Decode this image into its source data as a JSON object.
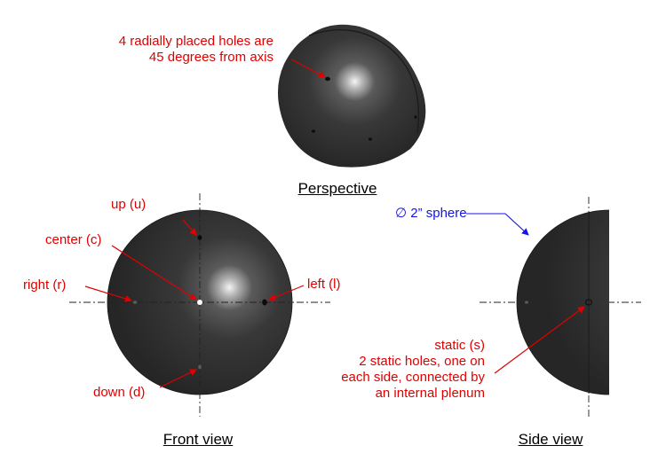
{
  "perspective": {
    "caption": "Perspective",
    "note_line1": "4 radially placed holes are",
    "note_line2": "45 degrees from axis"
  },
  "front": {
    "caption": "Front view",
    "up": "up (u)",
    "center": "center (c)",
    "right": "right (r)",
    "left": "left (l)",
    "down": "down (d)"
  },
  "side": {
    "caption": "Side view",
    "diameter": "∅ 2” sphere",
    "static_line1": "static (s)",
    "static_line2": "2 static holes, one on",
    "static_line3": "each side, connected by",
    "static_line4": "an internal plenum"
  },
  "colors": {
    "annotation": "#e00000",
    "dimension": "#1414e0",
    "sphere": "#2e2e2e"
  }
}
